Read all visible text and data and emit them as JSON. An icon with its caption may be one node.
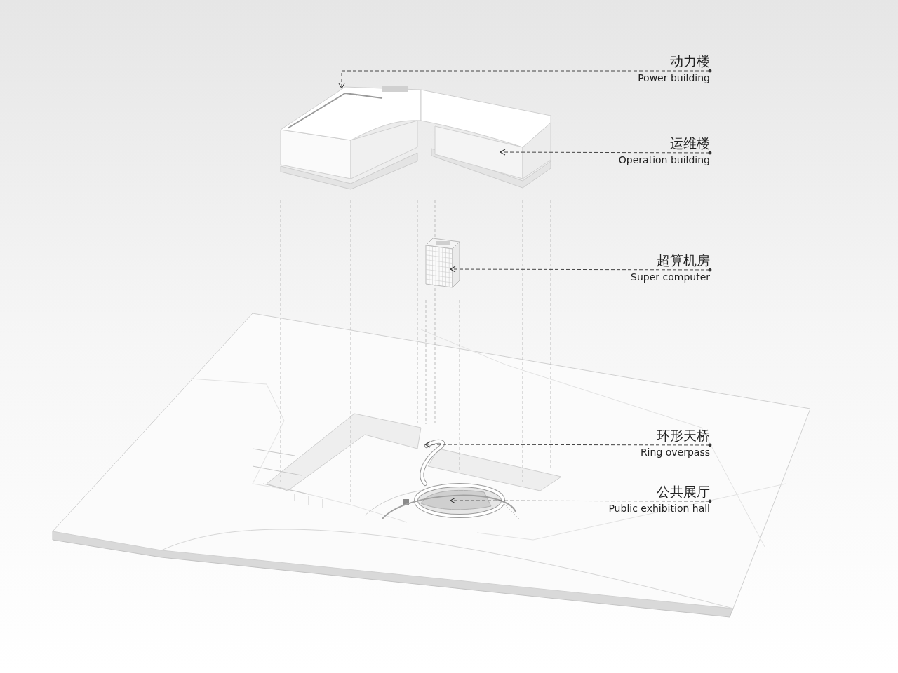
{
  "diagram": {
    "nodes": [
      {
        "text": [
          "动力楼",
          "Power building"
        ]
      },
      {
        "text": [
          "运维楼",
          "Operation building"
        ]
      },
      {
        "text": [
          "超算机房",
          "Super computer"
        ]
      },
      {
        "text": [
          "环形天桥",
          "Ring overpass"
        ]
      },
      {
        "text": [
          "公共展厅",
          "Public exhibition hall"
        ]
      },
      {
        "text": [],
        "shape": "picture"
      },
      {
        "text": [],
        "shape": "picture"
      },
      {
        "text": [],
        "shape": "picture"
      },
      {
        "text": [],
        "shape": "picture"
      },
      {
        "text": [],
        "shape": "picture"
      }
    ],
    "edges": [
      {
        "from": 0,
        "to": 5,
        "arrow": "to",
        "style": "dashed"
      },
      {
        "from": 1,
        "to": 6,
        "arrow": "to",
        "style": "dashed"
      },
      {
        "from": 2,
        "to": 7,
        "arrow": "to",
        "style": "dashed"
      },
      {
        "from": 3,
        "to": 8,
        "arrow": "to",
        "style": "dashed"
      },
      {
        "from": 4,
        "to": 9,
        "arrow": "to",
        "style": "dashed"
      }
    ]
  }
}
